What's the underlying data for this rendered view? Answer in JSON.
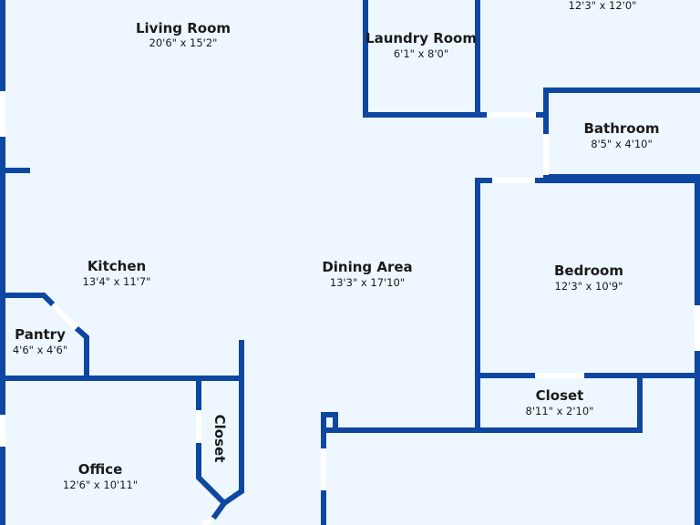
{
  "rooms": {
    "top_right": {
      "dims": "12'3\" x 12'0\""
    },
    "living_room": {
      "name": "Living Room",
      "dims": "20'6\" x 15'2\""
    },
    "laundry_room": {
      "name": "Laundry Room",
      "dims": "6'1\" x 8'0\""
    },
    "bathroom": {
      "name": "Bathroom",
      "dims": "8'5\" x 4'10\""
    },
    "kitchen": {
      "name": "Kitchen",
      "dims": "13'4\" x 11'7\""
    },
    "dining_area": {
      "name": "Dining Area",
      "dims": "13'3\" x 17'10\""
    },
    "bedroom": {
      "name": "Bedroom",
      "dims": "12'3\" x 10'9\""
    },
    "pantry": {
      "name": "Pantry",
      "dims": "4'6\" x 4'6\""
    },
    "closet_bedroom": {
      "name": "Closet",
      "dims": "8'11\" x 2'10\""
    },
    "closet_office": {
      "name": "Closet"
    },
    "office": {
      "name": "Office",
      "dims": "12'6\" x 10'11\""
    }
  },
  "colors": {
    "wall": "#0d47a1",
    "floor": "#eef7ff",
    "opening": "#ffffff"
  }
}
